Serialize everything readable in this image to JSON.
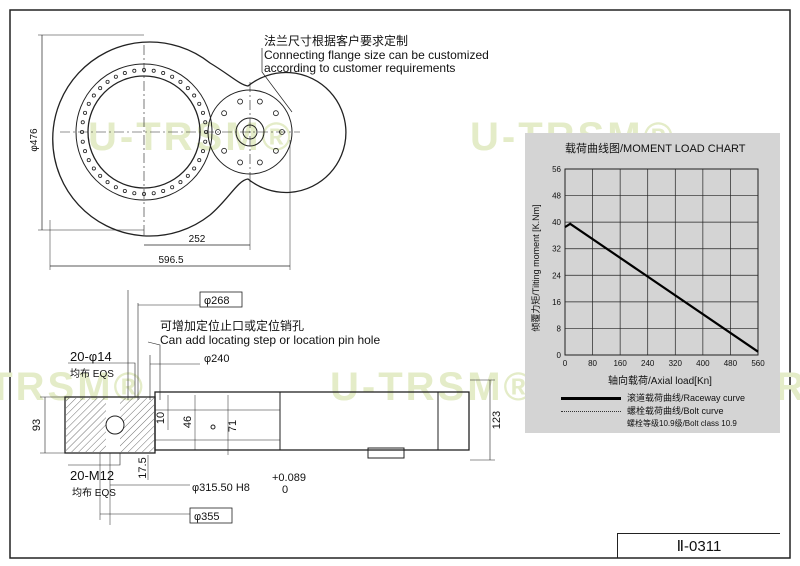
{
  "drawing": {
    "top_view": {
      "note_cn": "法兰尺寸根据客户要求定制",
      "note_en1": "Connecting flange size can be customized",
      "note_en2": "according to customer requirements",
      "dim_height": "φ476",
      "dim_center_distance": "252",
      "dim_length": "596.5"
    },
    "section_view": {
      "dim_d268": "φ268",
      "note_cn": "可增加定位止口或定位销孔",
      "note_en": "Can add locating step or location pin hole",
      "hole_top": "20-φ14",
      "hole_top_eqs": "均布 EQS",
      "dim_d240": "φ240",
      "dim_93": "93",
      "dim_10": "10",
      "dim_46": "46",
      "dim_71": "71",
      "dim_123": "123",
      "dim_17_5": "17.5",
      "hole_bottom": "20-M12",
      "hole_bottom_eqs": "均布 EQS",
      "dim_d315": "φ315.50 H8",
      "tol_upper": "+0.089",
      "tol_lower": "0",
      "dim_d355": "φ355"
    },
    "watermark": "U-TRSM®",
    "drawing_code": "Ⅱ-0311"
  },
  "chart_data": {
    "type": "line",
    "title": "载荷曲线图/MOMENT LOAD CHART",
    "xlabel": "轴向载荷/Axial load[Kn]",
    "ylabel": "倾覆力矩/Tilting moment [K.Nm]",
    "xlim": [
      0,
      560
    ],
    "ylim": [
      0,
      56
    ],
    "x_ticks": [
      "0",
      "80",
      "160",
      "240",
      "320",
      "400",
      "480",
      "560"
    ],
    "y_ticks": [
      "0",
      "8",
      "16",
      "24",
      "32",
      "40",
      "48",
      "56"
    ],
    "grid": true,
    "series": [
      {
        "name": "滚道载荷曲线/Raceway curve",
        "style": "solid",
        "color": "#000000",
        "x": [
          0,
          15,
          560
        ],
        "y": [
          38.5,
          39.5,
          1
        ]
      }
    ],
    "legend": [
      {
        "label": "滚道载荷曲线/Raceway curve",
        "style": "solid"
      },
      {
        "label": "螺栓载荷曲线/Bolt curve",
        "style": "dotted"
      }
    ],
    "bolt_class_note": "螺栓等级10.9级/Bolt class 10.9"
  }
}
